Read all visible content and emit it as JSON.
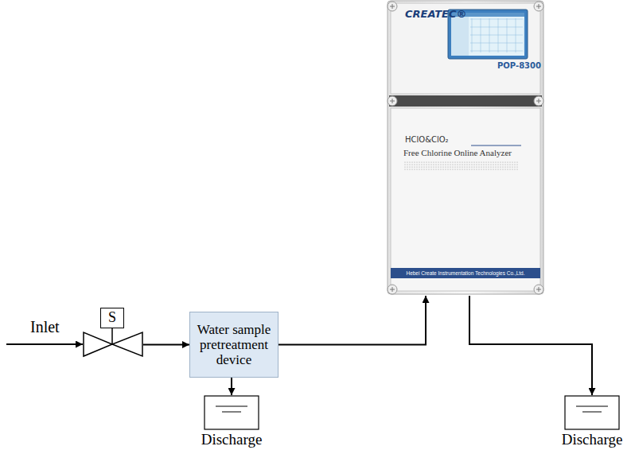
{
  "diagram": {
    "nodes": [
      {
        "text": [
          "S"
        ]
      },
      {
        "text": [
          "Water sample pretreatment device"
        ]
      },
      {
        "text": [
          "Discharge"
        ]
      },
      {
        "text": [
          "CREATEC®",
          "POP-8300",
          "HClO&ClO₂",
          "Free Chlorine Online Analyzer",
          "Hebei Create Instrumentation Technologies Co.,Ltd."
        ]
      },
      {
        "text": [
          "Discharge"
        ]
      }
    ],
    "edges": [
      {
        "from": 0,
        "to": 1,
        "arrow": "to"
      },
      {
        "from": 1,
        "to": 2,
        "arrow": "to"
      },
      {
        "from": 1,
        "to": 3,
        "arrow": "to"
      },
      {
        "from": 3,
        "to": 4,
        "arrow": "to"
      }
    ],
    "labels": [
      "Inlet"
    ]
  }
}
